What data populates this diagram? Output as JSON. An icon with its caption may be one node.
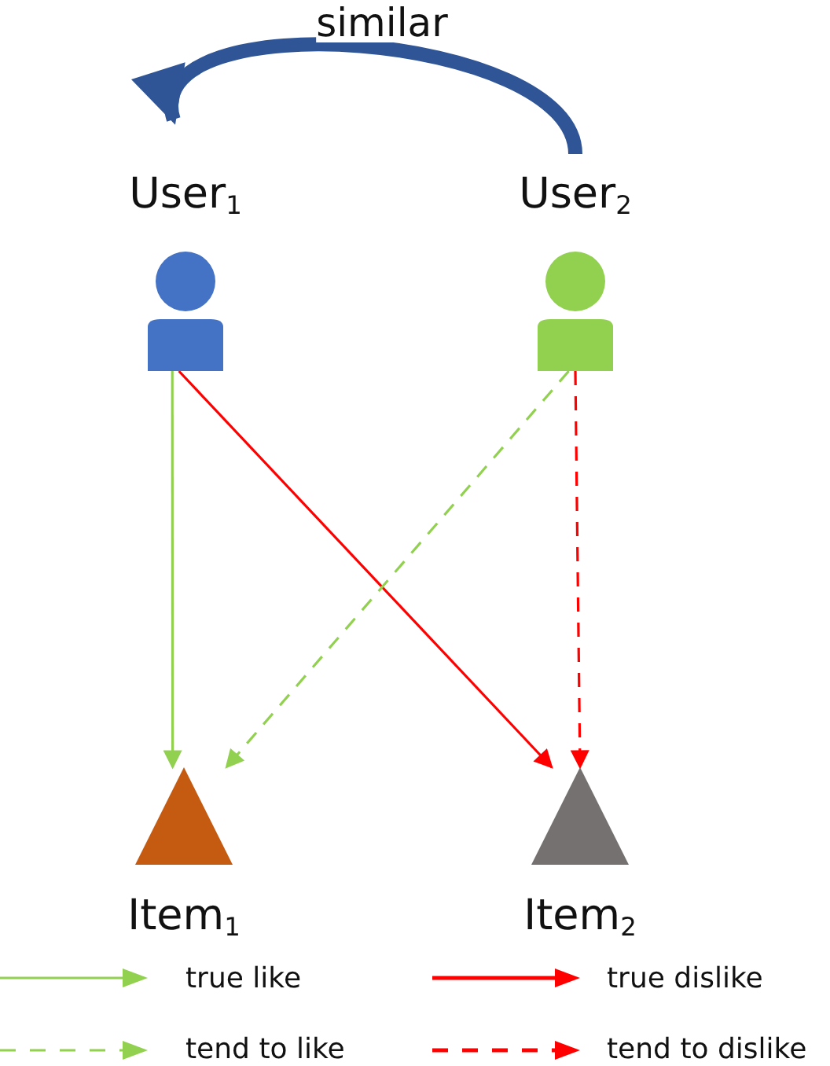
{
  "diagram": {
    "nodes": [
      {
        "text": [
          "User$_{1}$"
        ]
      },
      {
        "text": [
          "User$_{2}$"
        ]
      },
      {
        "text": [
          "Item$_{1}$"
        ]
      },
      {
        "text": [
          "Item$_{2}$"
        ]
      }
    ],
    "edges": [
      {
        "from": 1,
        "to": 0,
        "arrow": "to",
        "label": "similar",
        "style": "thick",
        "color": "#2f5597"
      },
      {
        "from": 0,
        "to": 2,
        "arrow": "to",
        "color": "#92d050"
      },
      {
        "from": 0,
        "to": 3,
        "arrow": "to",
        "color": "#ff0000"
      },
      {
        "from": 1,
        "to": 2,
        "arrow": "to",
        "style": "dashed",
        "color": "#92d050"
      },
      {
        "from": 1,
        "to": 3,
        "arrow": "to",
        "style": "dashed",
        "color": "#ff0000"
      }
    ],
    "legend": [
      {
        "text": "true like"
      },
      {
        "text": "true dislike"
      },
      {
        "text": "tend to like"
      },
      {
        "text": "tend to dislike"
      }
    ]
  }
}
